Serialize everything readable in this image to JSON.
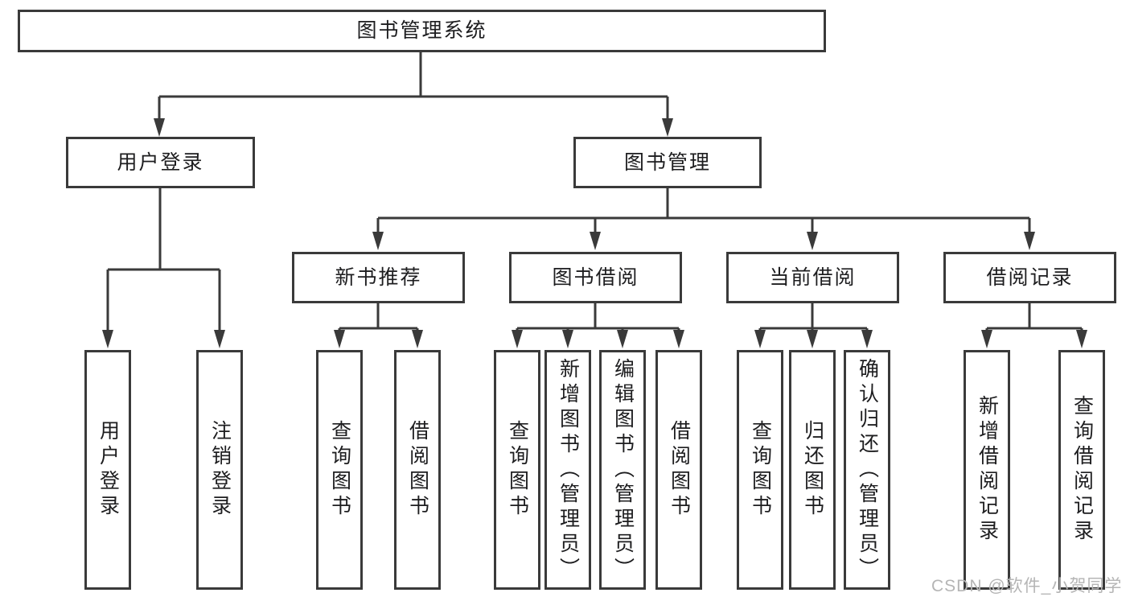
{
  "tree": {
    "root": {
      "label": "图书管理系统",
      "children": [
        {
          "label": "用户登录",
          "children": [
            {
              "label": "用户登录"
            },
            {
              "label": "注销登录"
            }
          ]
        },
        {
          "label": "图书管理",
          "children": [
            {
              "label": "新书推荐",
              "children": [
                {
                  "label": "查询图书"
                },
                {
                  "label": "借阅图书"
                }
              ]
            },
            {
              "label": "图书借阅",
              "children": [
                {
                  "label": "查询图书"
                },
                {
                  "label": "新增图书（管理员）"
                },
                {
                  "label": "编辑图书（管理员）"
                },
                {
                  "label": "借阅图书"
                }
              ]
            },
            {
              "label": "当前借阅",
              "children": [
                {
                  "label": "查询图书"
                },
                {
                  "label": "归还图书"
                },
                {
                  "label": "确认归还（管理员）"
                }
              ]
            },
            {
              "label": "借阅记录",
              "children": [
                {
                  "label": "新增借阅记录"
                },
                {
                  "label": "查询借阅记录"
                }
              ]
            }
          ]
        }
      ]
    }
  },
  "watermark": {
    "text": "CSDN @软件_小贺同学"
  },
  "colors": {
    "line": "#3a3a3a",
    "box_border": "#3a3a3a",
    "box_fill": "#ffffff",
    "text": "#1d1d1f",
    "watermark": "#b5b5b5",
    "background": "#ffffff"
  }
}
